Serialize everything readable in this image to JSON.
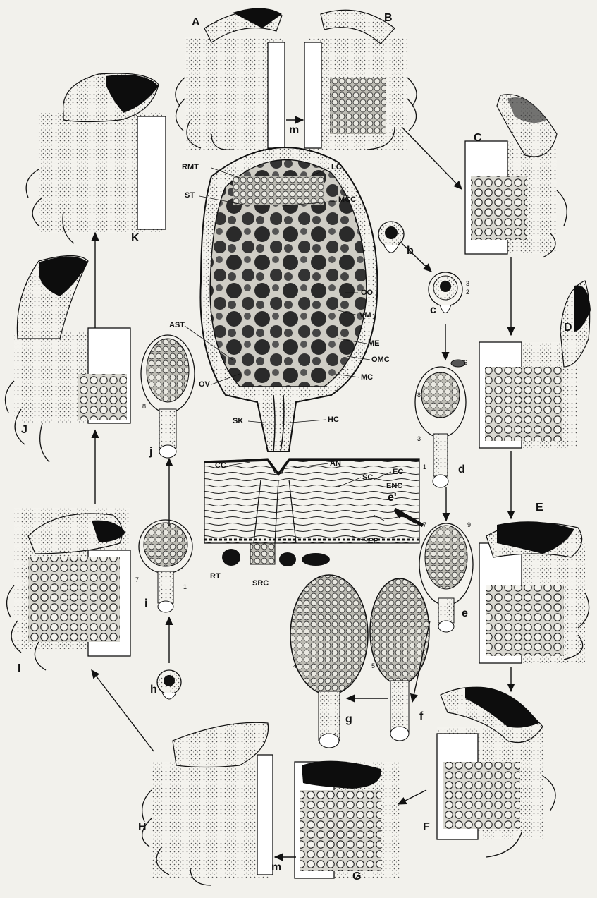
{
  "labels": {
    "A": "A",
    "B": "B",
    "C": "C",
    "D": "D",
    "E": "E",
    "F": "F",
    "G": "G",
    "H": "H",
    "I": "I",
    "J": "J",
    "K": "K",
    "m_top": "m",
    "m_bottom": "m",
    "b": "b",
    "c": "c",
    "d": "d",
    "e": "e",
    "e_prime": "e'",
    "f": "f",
    "g": "g",
    "h": "h",
    "i": "i",
    "j": "j",
    "RMT": "RMT",
    "LC": "LC",
    "ST": "ST",
    "MCC": "MCC",
    "OO": "OO",
    "VM": "VM",
    "ME": "ME",
    "OMC": "OMC",
    "MC": "MC",
    "AST": "AST",
    "OV": "OV",
    "SK": "SK",
    "HC": "HC",
    "CC": "CC",
    "AN": "AN",
    "SC": "SC",
    "EC": "EC",
    "ENC": "ENC",
    "EP": "EP",
    "RT": "RT",
    "SRC": "SRC"
  },
  "numbers": {
    "n1_d": "1",
    "n2_c": "2",
    "n3_c": "3",
    "n3_d": "3",
    "n6_d": "6",
    "n8_d": "8",
    "n7_e": "7",
    "n9_e": "9",
    "n4_g": "4",
    "n5_f": "5",
    "n8_j": "8",
    "n7_i": "7",
    "n1_i": "1"
  },
  "palette": {
    "ink": "#111111",
    "paper": "#f2f1ec",
    "stipple": "#8a8a84"
  }
}
